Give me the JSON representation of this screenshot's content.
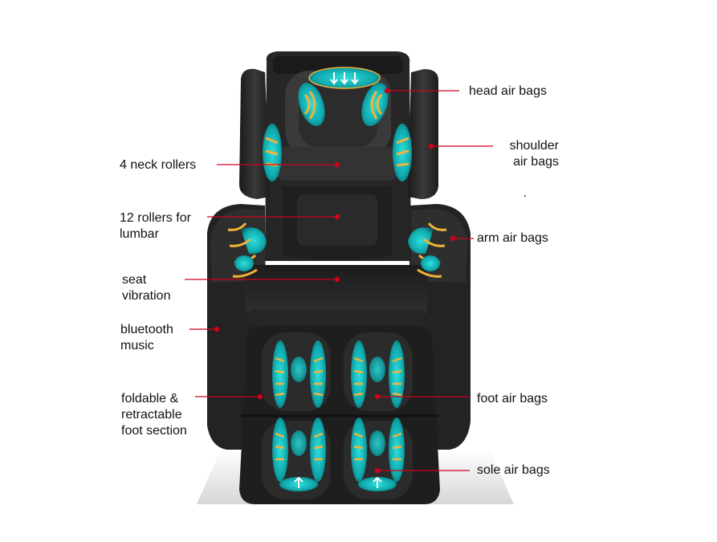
{
  "colors": {
    "callout_line": "#d0021b",
    "chair_body": "#2b2b2b",
    "chair_dark": "#161616",
    "airbag_cyan": "#19c7c9",
    "arrow_amber": "#f2b33a",
    "floor_shadow": "#d8d8d8"
  },
  "icons": [
    "head-airbag-icon",
    "airbag-icon",
    "up-arrow-icon",
    "roller-arrow-icon"
  ],
  "labels": {
    "head_air_bags": "head air bags",
    "shoulder_line1": "shoulder",
    "shoulder_line2": "air bags",
    "neck_rollers": "4 neck rollers",
    "lumbar_line1": "12 rollers for",
    "lumbar_line2": "lumbar",
    "arm_air_bags": "arm air bags",
    "seat_line1": "seat",
    "seat_line2": "vibration",
    "bluetooth_line1": "bluetooth",
    "bluetooth_line2": "music",
    "foldable_line1": "foldable &",
    "foldable_line2": "retractable",
    "foldable_line3": "foot section",
    "foot_air_bags": "foot air bags",
    "sole_air_bags": "sole air bags"
  }
}
